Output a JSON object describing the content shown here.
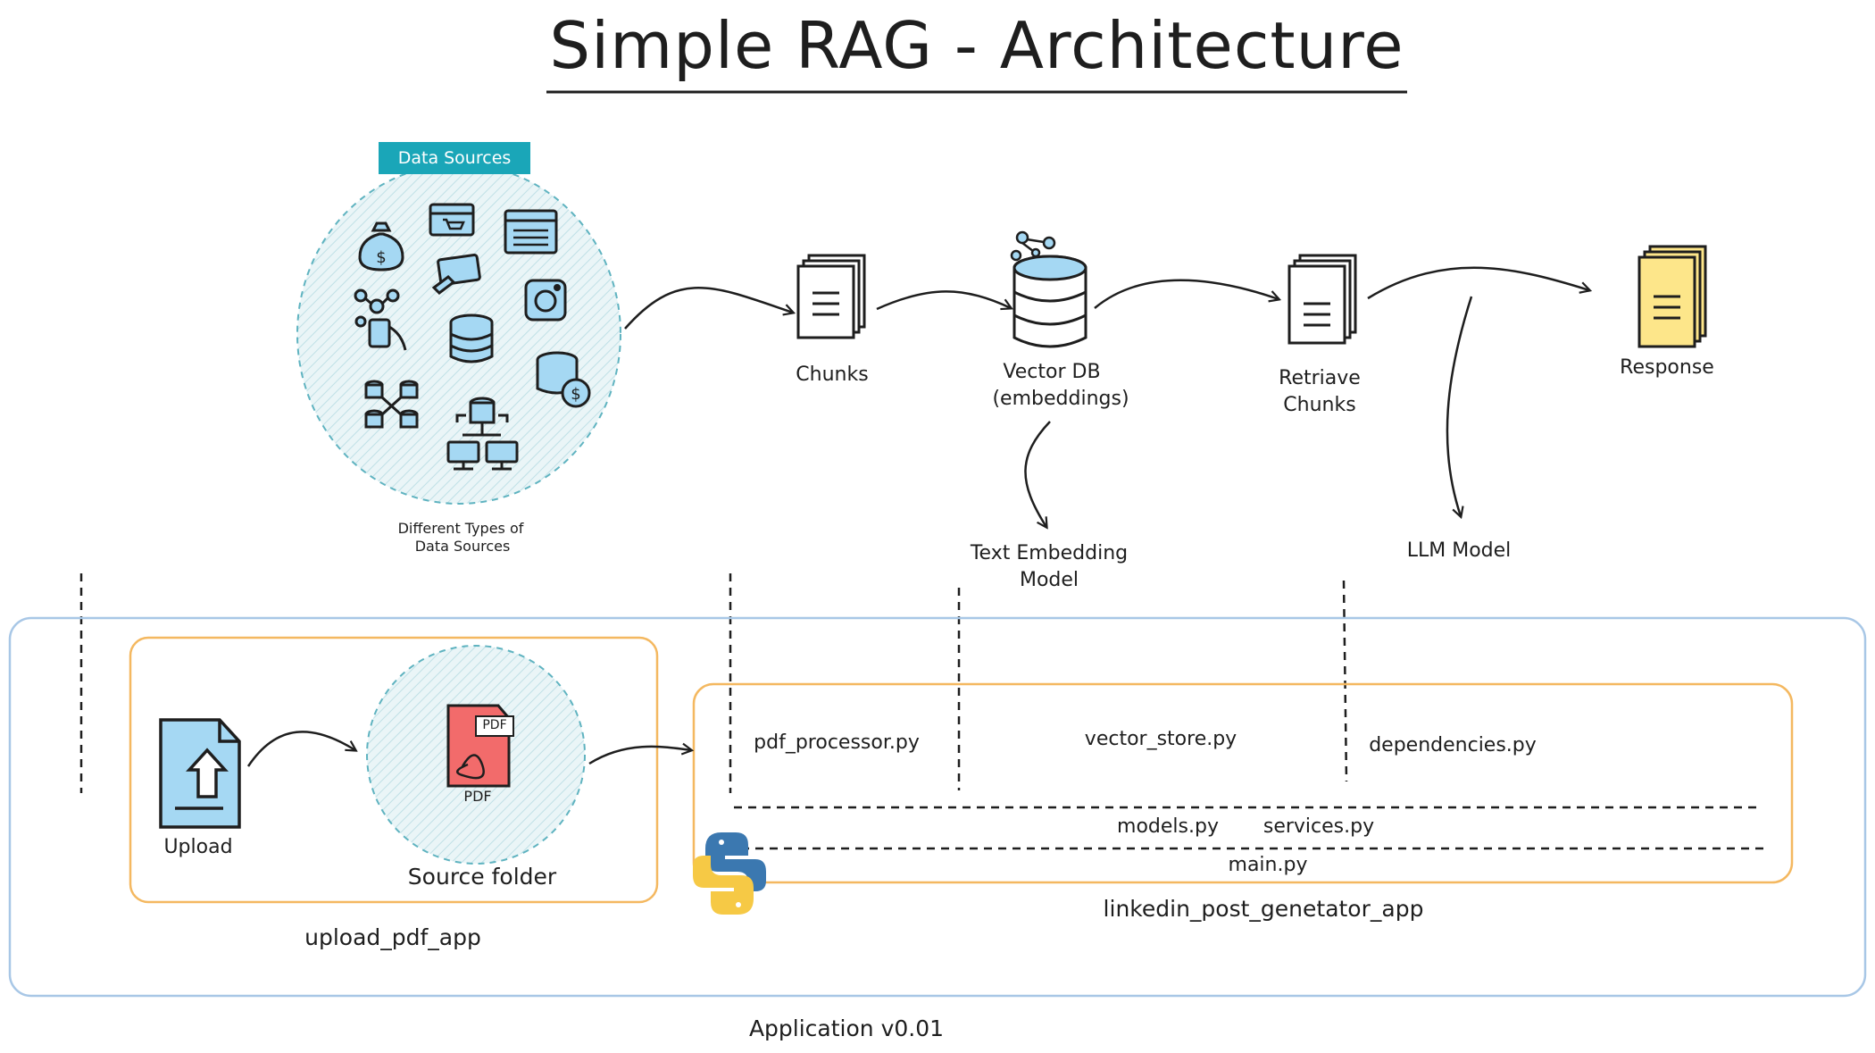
{
  "title": "Simple RAG - Architecture",
  "data_sources": {
    "badge": "Data Sources",
    "caption_line1": "Different Types of",
    "caption_line2": "Data Sources"
  },
  "pipeline": {
    "chunks": "Chunks",
    "vector_db_line1": "Vector DB",
    "vector_db_line2": "(embeddings)",
    "retrieve_line1": "Retriave",
    "retrieve_line2": "Chunks",
    "response": "Response",
    "embedding_model_line1": "Text Embedding",
    "embedding_model_line2": "Model",
    "llm_model": "LLM Model"
  },
  "upload_app": {
    "upload": "Upload",
    "pdf_tag": "PDF",
    "pdf_caption": "PDF",
    "source_folder": "Source folder",
    "name": "upload_pdf_app"
  },
  "linkedin_app": {
    "pdf_processor": "pdf_processor.py",
    "vector_store": "vector_store.py",
    "dependencies": "dependencies.py",
    "models": "models.py",
    "services": "services.py",
    "main": "main.py",
    "name": "linkedin_post_genetator_app"
  },
  "application_label": "Application v0.01",
  "colors": {
    "teal": "#1aa6b8",
    "dashed_circle": "#5fb3c0",
    "hatch": "#cfe8ec",
    "orange": "#f4b860",
    "blue_outline": "#a8c7e6",
    "pdf_red": "#f26b6b",
    "upload_blue": "#a5d8f3",
    "response_yellow": "#fde68a",
    "db_blue": "#a5d8f3"
  }
}
